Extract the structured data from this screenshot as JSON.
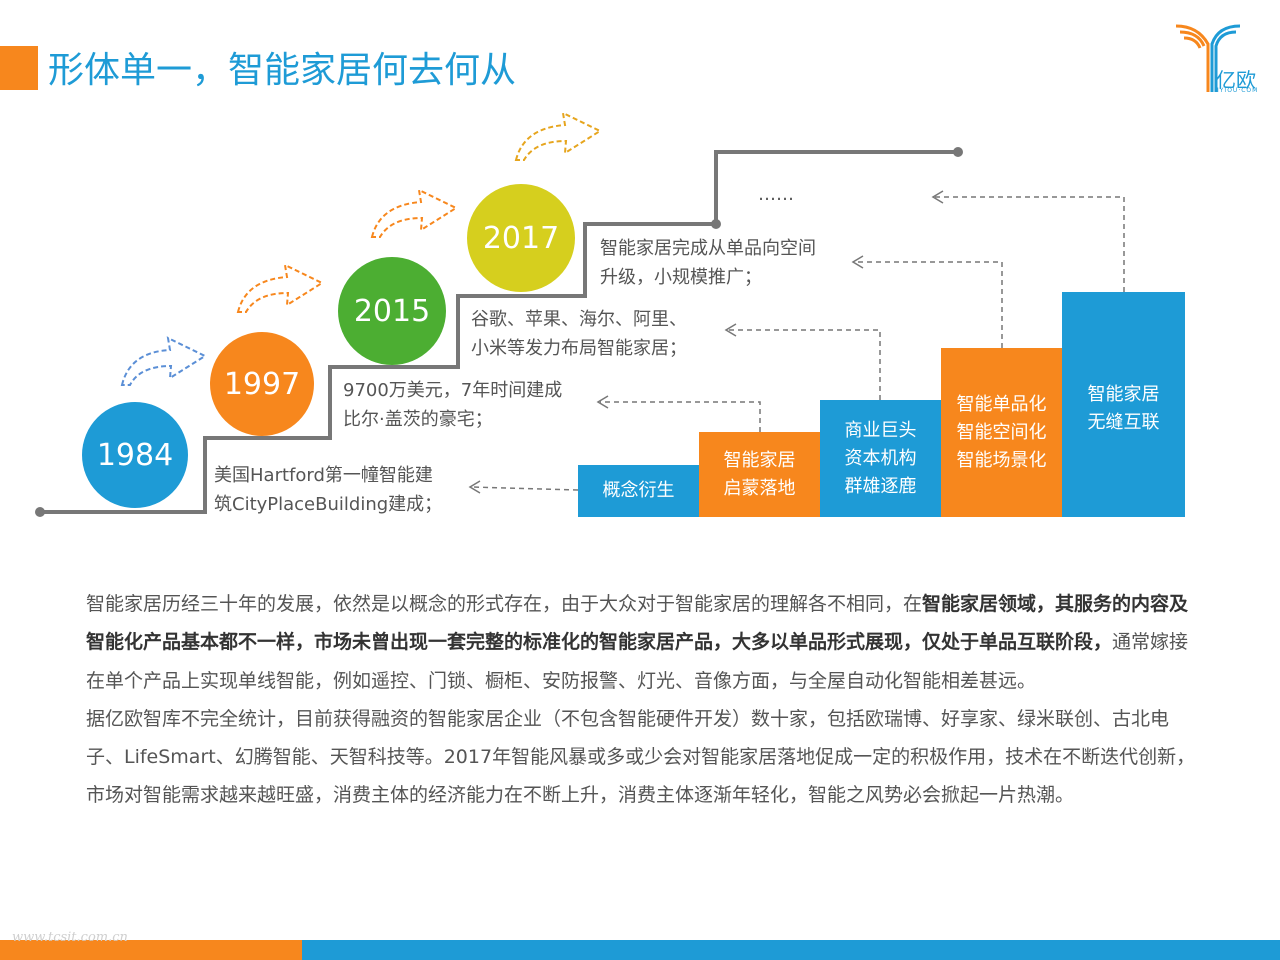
{
  "title": "形体单一，智能家居何去何从",
  "logo": {
    "text": "亿欧",
    "sub": "IYIOU·COM"
  },
  "timeline": [
    {
      "year": "1984",
      "caption_lines": [
        "美国Hartford第一幢智能建",
        "筑CityPlaceBuilding建成；"
      ]
    },
    {
      "year": "1997",
      "caption_lines": [
        "9700万美元，7年时间建成",
        "比尔·盖茨的豪宅；"
      ]
    },
    {
      "year": "2015",
      "caption_lines": [
        "谷歌、苹果、海尔、阿里、",
        "小米等发力布局智能家居；"
      ]
    },
    {
      "year": "2017",
      "caption_lines": [
        "智能家居完成从单品向空间",
        "升级，小规模推广；"
      ]
    }
  ],
  "ellipsis": "……",
  "bars": [
    {
      "lines": [
        "概念衍生"
      ],
      "color": "#1e9bd6"
    },
    {
      "lines": [
        "智能家居",
        "启蒙落地"
      ],
      "color": "#f7871d"
    },
    {
      "lines": [
        "商业巨头",
        "资本机构",
        "群雄逐鹿"
      ],
      "color": "#1e9bd6"
    },
    {
      "lines": [
        "智能单品化",
        "智能空间化",
        "智能场景化"
      ],
      "color": "#f7871d"
    },
    {
      "lines": [
        "智能家居",
        "无缝互联"
      ],
      "color": "#1e9bd6"
    }
  ],
  "paragraph1": {
    "part1": "智能家居历经三十年的发展，依然是以概念的形式存在，由于大众对于智能家居的理解各不相同，在",
    "bold": "智能家居领域，其服务的内容及智能化产品基本都不一样，市场未曾出现一套完整的标准化的智能家居产品，大多以单品形式展现，仅处于单品互联阶段，",
    "part2": "通常嫁接在单个产品上实现单线智能，例如遥控、门锁、橱柜、安防报警、灯光、音像方面，与全屋自动化智能相差甚远。"
  },
  "paragraph2": "据亿欧智库不完全统计，目前获得融资的智能家居企业（不包含智能硬件开发）数十家，包括欧瑞博、好享家、绿米联创、古北电子、LifeSmart、幻腾智能、天智科技等。2017年智能风暴或多或少会对智能家居落地促成一定的积极作用，技术在不断迭代创新，市场对智能需求越来越旺盛，消费主体的经济能力在不断上升，消费主体逐渐年轻化，智能之风势必会掀起一片热潮。",
  "watermark": "www.tcsit.com.cn",
  "colors": {
    "blue": "#1e9bd6",
    "orange": "#f7871d",
    "green": "#4cae32",
    "yellow": "#d6cf1e",
    "line": "#777777"
  }
}
